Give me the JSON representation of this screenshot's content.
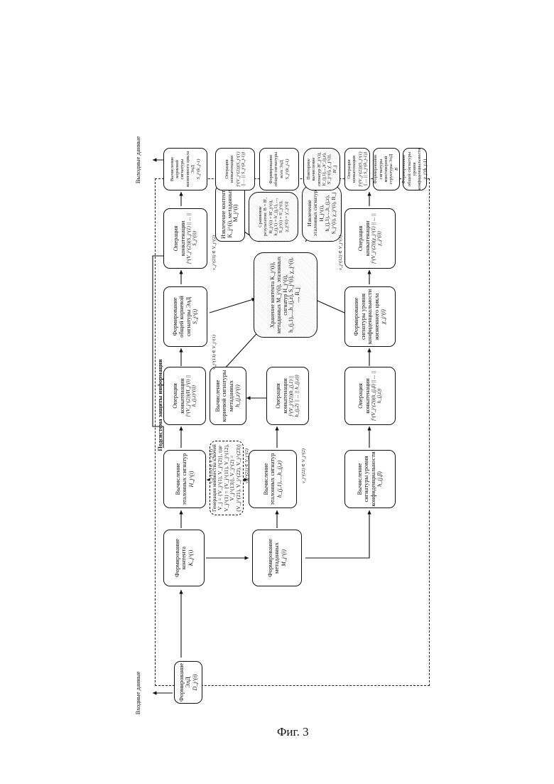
{
  "figure_caption": "Фиг. 3",
  "subsystem_title": "Подсистема защиты информации",
  "input_label": "Входные данные",
  "output_label": "Выходные данные",
  "blocks": {
    "form_ed": {
      "text": "Формирование ЭлД",
      "formula": "D_j^(i)"
    },
    "form_content": {
      "text": "Формирование контента",
      "formula": "K_j^(i)"
    },
    "form_metadata": {
      "text": "Формирование метаданных",
      "formula": "M_j^(i)"
    },
    "calc_ref_sig_h": {
      "text": "Вычисление эталонных сигнатур",
      "formula": "H_j^(i)"
    },
    "key_gen": {
      "text": "Генерация множества ключей V_j = {V_j^(1), V_j^(2)}, где V_j^(1) = {V_j^(11), V_j^(12), V_j^(13)}, V_j^(2) = {V_j^(21), V_j^(22), V_j^(23)}"
    },
    "calc_ref_sig_h0": {
      "text": "Вычисление эталонных сигнатур",
      "formula": "h_(j,1),...,h_(j,z)"
    },
    "calc_conf_sig": {
      "text": "Вычисление сигнатуры уровня конфиденциальности",
      "formula": "h_(j,β)"
    },
    "concat_h": {
      "text": "Операция конкатенации",
      "formula": "f^(V_j^(2))(H_j^(i) || h_(j,z)^(i))"
    },
    "calc_root_meta": {
      "text": "Вычисление корневой сигнатуры метаданных",
      "formula": "h_(j,z)^(i)"
    },
    "concat_hz": {
      "text": "Операция конкатенации",
      "formula": "f^(V_j^(2))(h_(j,1) || h_(j,2) || ... || h_(j,z))"
    },
    "concat_conf": {
      "text": "Операция конкатенации",
      "formula": "f^(V_j^(2))(h_(j,β) || ... || h_(j,z))"
    },
    "form_root_sig": {
      "text": "Формирование общей корневой сигнатуры ЭлД",
      "formula": "S_j^(i)"
    },
    "storage": {
      "text": "Хранение контента K_j^(i), метаданных M_j^(i), эталонных сигнатур H_j^(i), h_(j,1),...,h_(j,z), S_j^(i), χ_j^(i), ..., B_j"
    },
    "conf_lifecycle": {
      "text": "Формирование сигнатуры уровня конфиденциальности жизненного цикла",
      "formula": "χ_j^(i)"
    },
    "concat_s": {
      "text": "Операция конкатенации",
      "formula": "f^(V_j^(2))(S_j^(1) || ... || S_j^(i))"
    },
    "calc_root_lifecycle": {
      "text": "Вычисление корневой сигнатуры жизненного цикла ЭлД",
      "formula": "S_j^(k_j-1)"
    },
    "extract_content": {
      "text": "Извлечение контента K_j^(i), метаданных M_j^(i)"
    },
    "extract_ref": {
      "text": "Извлечение эталонных сигнатур H_j^(i), h_(j,1),...,h_(j,z), S_j^(i), χ_j^(i), B_j"
    },
    "concat_chi": {
      "text": "Операция конкатенации",
      "formula": "f^(V_j^(2))(χ_j^(1) || ... || χ_j^(i))"
    },
    "concat_all": {
      "text": "Операция конкатенации",
      "formula": "f^(V_j^(2))(S_j^(1) || ... || S_j^(k_j-1))"
    },
    "form_common_all": {
      "text": "Формирование общей сигнатуры всех ЭлД",
      "formula": "S_j^(k_j-1)"
    },
    "recalc": {
      "text": "Повторное вычисление сигнатур H'_j^(i), h'_(j,1),...,h'_(j,z), S'_j^(i), χ'_j^(i), B'_j"
    },
    "concat_b": {
      "text": "Операция конкатенации",
      "formula": "f^(V_j^(2))(S_j^(1) || ... || S_j^(k_j-1))"
    },
    "form_multi": {
      "text": "Формирование сигнатуры многомерной структуры ЭлД",
      "formula": "B"
    },
    "conf_common": {
      "text": "Формирование общей сигнатуры уровня конфиденциальности",
      "formula": "χ_j^(k_j-1)"
    },
    "compare": {
      "text": "Сравнение результатов: B = B', H_j^(i) = H'_j^(i), h_(j,1) = h'_(j,1), ..., S_j^(i) = S'_j^(i), χ_j^(i) = χ'_j^(i)"
    }
  },
  "edge_labels": {
    "v11": "v_j^(11) ∈ V_j^(1)",
    "v21": "v_j^(21) ∈ V_j^(2)",
    "v22": "v_j^(22) ∈ V_j^(2)",
    "v13": "v_j^(13) ∈ V_j^(1)",
    "v23": "v_j^(23) ∈ V_j^(2)",
    "vz": "v_j^(12) ∈ V_j^(1)"
  }
}
